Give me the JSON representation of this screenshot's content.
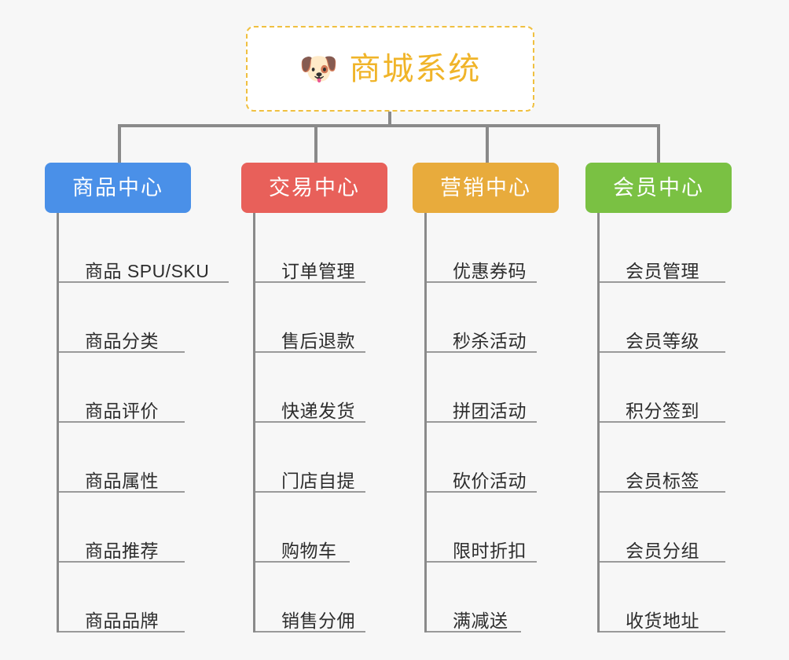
{
  "root": {
    "icon": "dog-face-emoji",
    "icon_glyph": "🐶",
    "title": "商城系统",
    "title_color": "#f0b429",
    "border_color": "#f0c040"
  },
  "connector_color": "#8a8a8a",
  "background_color": "#f7f7f7",
  "branches": [
    {
      "label": "商品中心",
      "color": "#4a90e8",
      "color_name": "blue",
      "items": [
        "商品 SPU/SKU",
        "商品分类",
        "商品评价",
        "商品属性",
        "商品推荐",
        "商品品牌"
      ]
    },
    {
      "label": "交易中心",
      "color": "#e8605a",
      "color_name": "red",
      "items": [
        "订单管理",
        "售后退款",
        "快递发货",
        "门店自提",
        "购物车",
        "销售分佣"
      ]
    },
    {
      "label": "营销中心",
      "color": "#e8ab3c",
      "color_name": "orange",
      "items": [
        "优惠券码",
        "秒杀活动",
        "拼团活动",
        "砍价活动",
        "限时折扣",
        "满减送"
      ]
    },
    {
      "label": "会员中心",
      "color": "#7ac143",
      "color_name": "green",
      "items": [
        "会员管理",
        "会员等级",
        "积分签到",
        "会员标签",
        "会员分组",
        "收货地址"
      ]
    }
  ]
}
